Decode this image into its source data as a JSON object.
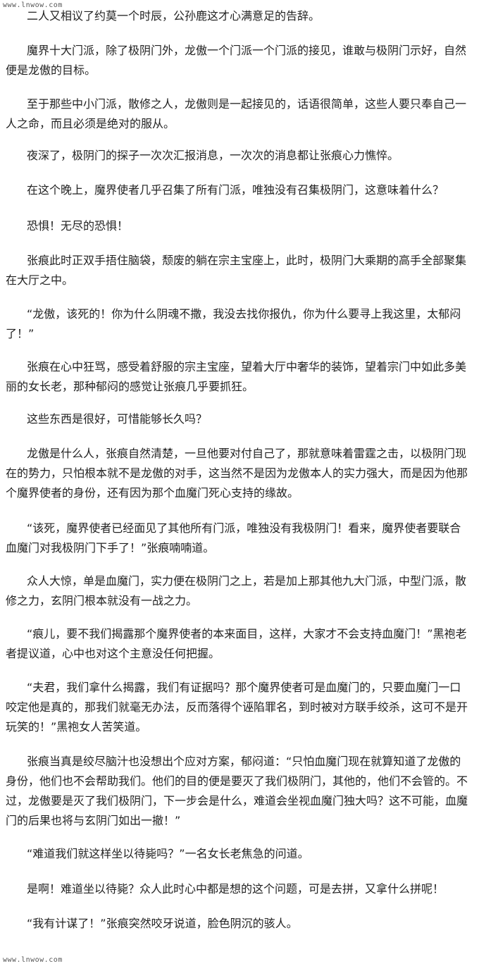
{
  "header": {
    "watermark": "www.lnwow.com"
  },
  "footer": {
    "watermark": "www.lnwow.com"
  },
  "paragraphs": [
    "二人又相议了约莫一个时辰，公孙鹿这才心满意足的告辞。",
    "魔界十大门派，除了极阴门外，龙傲一个门派一个门派的接见，谁敢与极阴门示好，自然便是龙傲的目标。",
    "至于那些中小门派，散修之人，龙傲则是一起接见的，话语很简单，这些人要只奉自己一人之命，而且必须是绝对的服从。",
    "夜深了，极阴门的探子一次次汇报消息，一次次的消息都让张痕心力憔悴。",
    "在这个晚上，魔界使者几乎召集了所有门派，唯独没有召集极阴门，这意味着什么？",
    "恐惧！无尽的恐惧！",
    "张痕此时正双手捂住脑袋，颓废的躺在宗主宝座上，此时，极阴门大乘期的高手全部聚集在大厅之中。",
    "“龙傲，该死的！你为什么阴魂不撒，我没去找你报仇，你为什么要寻上我这里，太郁闷了！”",
    "张痕在心中狂骂，感受着舒服的宗主宝座，望着大厅中奢华的装饰，望着宗门中如此多美丽的女长老，那种郁闷的感觉让张痕几乎要抓狂。",
    "这些东西是很好，可惜能够长久吗？",
    "龙傲是什么人，张痕自然清楚，一旦他要对付自己了，那就意味着雷霆之击，以极阴门现在的势力，只怕根本就不是龙傲的对手，这当然不是因为龙傲本人的实力强大，而是因为他那个魔界使者的身份，还有因为那个血魔门死心支持的缘故。",
    "“该死，魔界使者已经面见了其他所有门派，唯独没有我极阴门！看来，魔界使者要联合血魔门对我极阴门下手了！”张痕喃喃道。",
    "众人大惊，单是血魔门，实力便在极阴门之上，若是加上那其他九大门派，中型门派，散修之力，玄阴门根本就没有一战之力。",
    "“痕儿，要不我们揭露那个魔界使者的本来面目，这样，大家才不会支持血魔门！”黑袍老者提议道，心中也对这个主意没任何把握。",
    "“夫君，我们拿什么揭露，我们有证据吗？那个魔界使者可是血魔门的，只要血魔门一口咬定他是真的，那我们就毫无办法，反而落得个诬陷罪名，到时被对方联手绞杀，这可不是开玩笑的！”黑袍女人苦笑道。",
    "张痕当真是绞尽脑汁也没想出个应对方案，郁闷道：“只怕血魔门现在就算知道了龙傲的身份，他们也不会帮助我们。他们的目的便是要灭了我们极阴门，其他的，他们不会管的。不过，龙傲要是灭了我们极阴门，下一步会是什么，难道会坐视血魔门独大吗？这不可能，血魔门的后果也将与玄阴门如出一撤！”",
    "“难道我们就这样坐以待毙吗？”一名女长老焦急的问道。",
    "是啊！难道坐以待毙？众人此时心中都是想的这个问题，可是去拼，又拿什么拼呢！",
    "“我有计谋了！”张痕突然咬牙说道，脸色阴沉的骇人。"
  ]
}
